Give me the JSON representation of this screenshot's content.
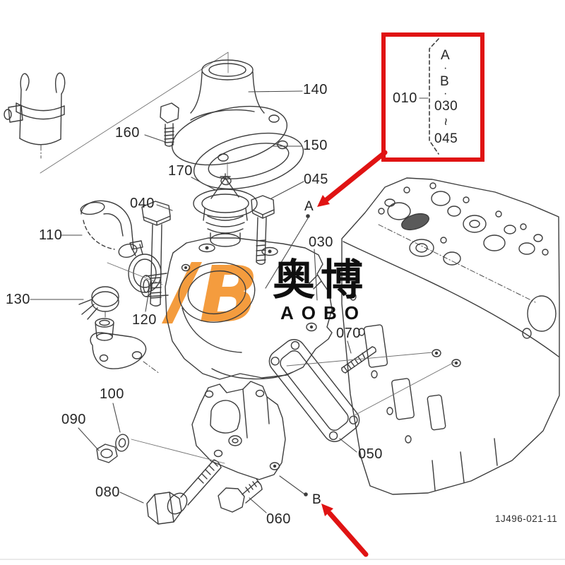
{
  "diagram": {
    "code": "1J496-021-11",
    "parts": [
      {
        "label": "140"
      },
      {
        "label": "160"
      },
      {
        "label": "150"
      },
      {
        "label": "170"
      },
      {
        "label": "045"
      },
      {
        "label": "040"
      },
      {
        "label": "110"
      },
      {
        "label": "030"
      },
      {
        "label": "130"
      },
      {
        "label": "120"
      },
      {
        "label": "070"
      },
      {
        "label": "100"
      },
      {
        "label": "090"
      },
      {
        "label": "050"
      },
      {
        "label": "080"
      },
      {
        "label": "060"
      }
    ],
    "markers": {
      "a": "A",
      "b": "B"
    },
    "ref_box": {
      "part_label": "010",
      "items": [
        {
          "t": "A"
        },
        {
          "t": "·"
        },
        {
          "t": "B"
        },
        {
          "t": "·"
        },
        {
          "t": "030"
        },
        {
          "t": "~"
        },
        {
          "t": "045"
        }
      ]
    }
  },
  "watermark": {
    "logo_b": "B",
    "name_cjk": "奥博",
    "name_latin": "AOBO"
  },
  "colors": {
    "accent_red": "#e01313",
    "logo_orange": "#f49c3e"
  }
}
